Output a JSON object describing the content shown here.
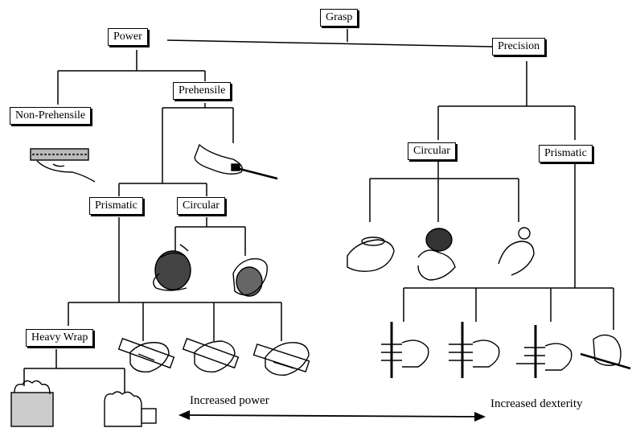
{
  "nodes": {
    "grasp": "Grasp",
    "power": "Power",
    "precision": "Precision",
    "non_prehensile": "Non-Prehensile",
    "prehensile": "Prehensile",
    "power_prismatic": "Prismatic",
    "power_circular": "Circular",
    "precision_circular": "Circular",
    "precision_prismatic": "Prismatic",
    "heavy_wrap": "Heavy Wrap"
  },
  "axis": {
    "left_label": "Increased power",
    "right_label": "Increased dexterity"
  }
}
